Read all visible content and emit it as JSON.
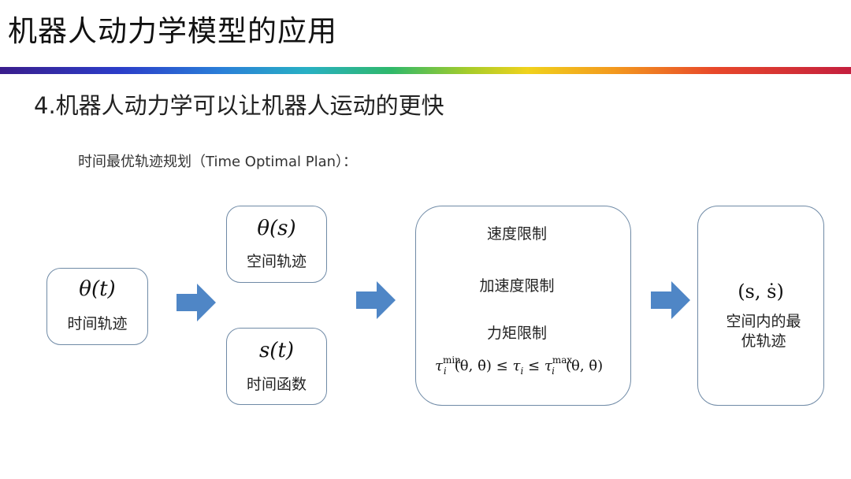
{
  "slide": {
    "title": "机器人动力学模型的应用",
    "subtitle": "4.机器人动力学可以让机器人运动的更快",
    "caption": "时间最优轨迹规划（Time Optimal Plan）："
  },
  "diagram": {
    "box_time": {
      "formula": "θ(t)",
      "label": "时间轨迹"
    },
    "box_space": {
      "formula": "θ(s)",
      "label": "空间轨迹"
    },
    "box_timefunc": {
      "formula": "s(t)",
      "label": "时间函数"
    },
    "box_limits": {
      "items": [
        "速度限制",
        "加速度限制",
        "力矩限制"
      ],
      "constraint": {
        "tau": "τ",
        "sub_i": "i",
        "min": "min",
        "max": "max",
        "args": "(θ, θ̇)",
        "le": "≤",
        "mid": "τ"
      }
    },
    "box_result": {
      "formula": "(s, ṡ)",
      "label_line1": "空间内的最",
      "label_line2": "优轨迹"
    }
  },
  "colors": {
    "arrow_fill": "#4f86c6",
    "box_border": "#6f8aa6"
  }
}
